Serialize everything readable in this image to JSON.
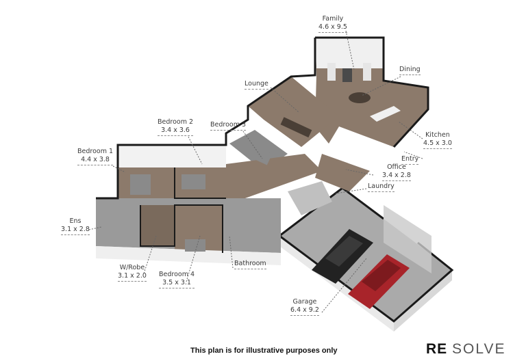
{
  "floorplan": {
    "rooms": [
      {
        "id": "family",
        "name": "Family",
        "dims": "4.6 x 9.5"
      },
      {
        "id": "dining",
        "name": "Dining",
        "dims": ""
      },
      {
        "id": "lounge",
        "name": "Lounge",
        "dims": ""
      },
      {
        "id": "bedroom2",
        "name": "Bedroom 2",
        "dims": "3.4 x 3.6"
      },
      {
        "id": "bedroom3",
        "name": "Bedroom 3",
        "dims": ""
      },
      {
        "id": "bedroom1",
        "name": "Bedroom 1",
        "dims": "4.4 x 3.8"
      },
      {
        "id": "kitchen",
        "name": "Kitchen",
        "dims": "4.5 x 3.0"
      },
      {
        "id": "entry",
        "name": "Entry",
        "dims": ""
      },
      {
        "id": "office",
        "name": "Office",
        "dims": "3.4 x 2.8"
      },
      {
        "id": "laundry",
        "name": "Laundry",
        "dims": ""
      },
      {
        "id": "ens",
        "name": "Ens",
        "dims": "3.1 x 2.8"
      },
      {
        "id": "wrobe",
        "name": "W/Robe",
        "dims": "3.1 x 2.0"
      },
      {
        "id": "bedroom4",
        "name": "Bedroom 4",
        "dims": "3.5 x 3.1"
      },
      {
        "id": "bathroom",
        "name": "Bathroom",
        "dims": ""
      },
      {
        "id": "garage",
        "name": "Garage",
        "dims": "6.4 x 9.2"
      }
    ],
    "colors": {
      "floor_wood": "#8c7a6b",
      "floor_tile": "#9a9a9a",
      "garage_floor": "#a8a8a8",
      "wall_top": "#1a1a1a",
      "wall_face": "#f2f2f2",
      "car_black": "#222222",
      "car_red": "#a8242a"
    }
  },
  "footer": {
    "disclaimer": "This plan is for illustrative purposes only",
    "brand_part1": "RE",
    "brand_part2": "SOLVE"
  }
}
